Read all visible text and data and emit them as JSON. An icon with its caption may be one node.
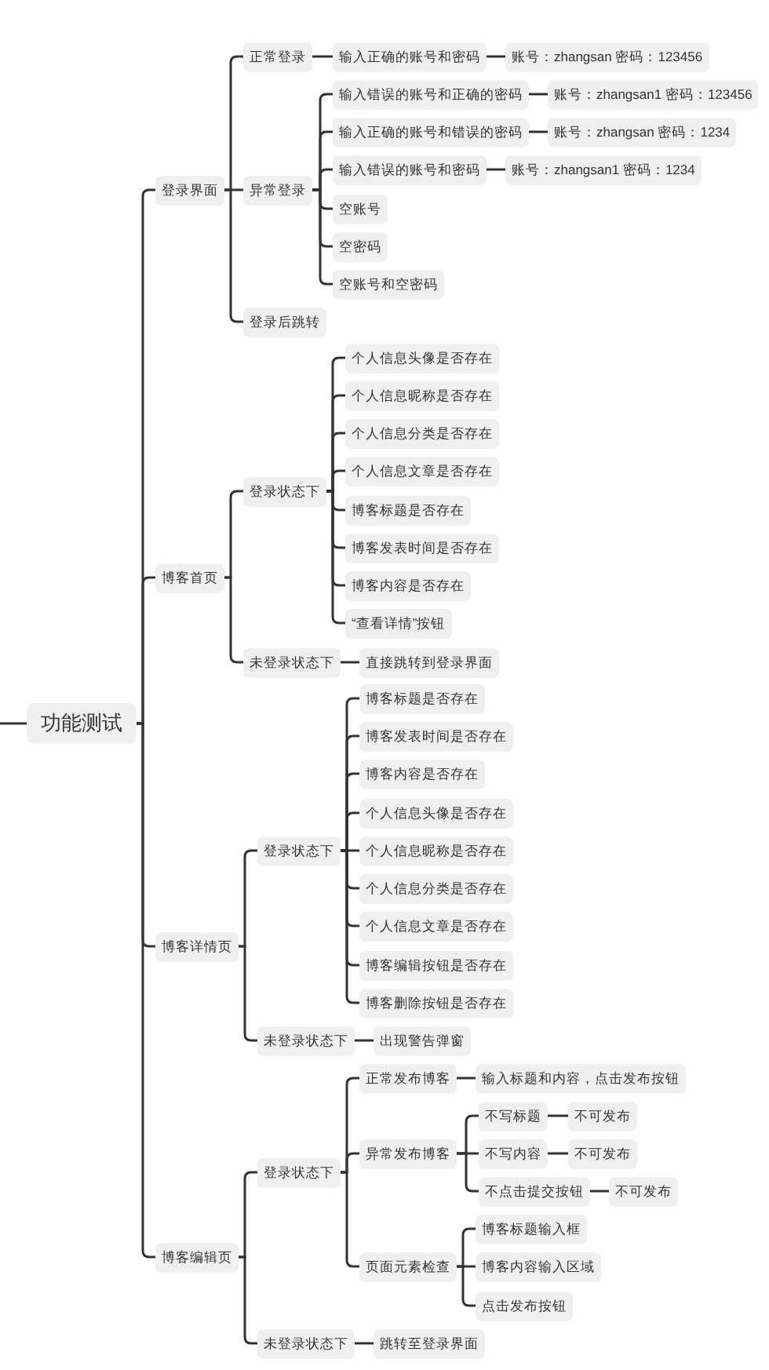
{
  "diagram": {
    "nodes": [
      {
        "text": [
          "功能测试"
        ]
      },
      {
        "text": [
          "登录界面"
        ]
      },
      {
        "text": [
          "正常登录"
        ]
      },
      {
        "text": [
          "输入正确的账号和密码"
        ]
      },
      {
        "text": [
          "账号：zhangsan  密码：123456"
        ]
      },
      {
        "text": [
          "异常登录"
        ]
      },
      {
        "text": [
          "输入错误的账号和正确的密码"
        ]
      },
      {
        "text": [
          "账号：zhangsan1 密码：123456"
        ]
      },
      {
        "text": [
          "输入正确的账号和错误的密码"
        ]
      },
      {
        "text": [
          "账号：zhangsan  密码：1234"
        ]
      },
      {
        "text": [
          "输入错误的账号和密码"
        ]
      },
      {
        "text": [
          "账号：zhangsan1 密码：1234"
        ]
      },
      {
        "text": [
          "空账号"
        ]
      },
      {
        "text": [
          "空密码"
        ]
      },
      {
        "text": [
          "空账号和空密码"
        ]
      },
      {
        "text": [
          "登录后跳转"
        ]
      },
      {
        "text": [
          "博客首页"
        ]
      },
      {
        "text": [
          "登录状态下"
        ]
      },
      {
        "text": [
          "个人信息头像是否存在"
        ]
      },
      {
        "text": [
          "个人信息昵称是否存在"
        ]
      },
      {
        "text": [
          "个人信息分类是否存在"
        ]
      },
      {
        "text": [
          "个人信息文章是否存在"
        ]
      },
      {
        "text": [
          "博客标题是否存在"
        ]
      },
      {
        "text": [
          "博客发表时间是否存在"
        ]
      },
      {
        "text": [
          "博客内容是否存在"
        ]
      },
      {
        "text": [
          "“查看详情”按钮"
        ]
      },
      {
        "text": [
          "未登录状态下"
        ]
      },
      {
        "text": [
          "直接跳转到登录界面"
        ]
      },
      {
        "text": [
          "博客详情页"
        ]
      },
      {
        "text": [
          "登录状态下"
        ]
      },
      {
        "text": [
          "博客标题是否存在"
        ]
      },
      {
        "text": [
          "博客发表时间是否存在"
        ]
      },
      {
        "text": [
          "博客内容是否存在"
        ]
      },
      {
        "text": [
          "个人信息头像是否存在"
        ]
      },
      {
        "text": [
          "个人信息昵称是否存在"
        ]
      },
      {
        "text": [
          "个人信息分类是否存在"
        ]
      },
      {
        "text": [
          "个人信息文章是否存在"
        ]
      },
      {
        "text": [
          "博客编辑按钮是否存在"
        ]
      },
      {
        "text": [
          "博客删除按钮是否存在"
        ]
      },
      {
        "text": [
          "未登录状态下"
        ]
      },
      {
        "text": [
          "出现警告弹窗"
        ]
      },
      {
        "text": [
          "博客编辑页"
        ]
      },
      {
        "text": [
          "登录状态下"
        ]
      },
      {
        "text": [
          "正常发布博客"
        ]
      },
      {
        "text": [
          "输入标题和内容，点击发布按钮"
        ]
      },
      {
        "text": [
          "异常发布博客"
        ]
      },
      {
        "text": [
          "不写标题"
        ]
      },
      {
        "text": [
          "不可发布"
        ]
      },
      {
        "text": [
          "不写内容"
        ]
      },
      {
        "text": [
          "不可发布"
        ]
      },
      {
        "text": [
          "不点击提交按钮"
        ]
      },
      {
        "text": [
          "不可发布"
        ]
      },
      {
        "text": [
          "页面元素检查"
        ]
      },
      {
        "text": [
          "博客标题输入框"
        ]
      },
      {
        "text": [
          "博客内容输入区域"
        ]
      },
      {
        "text": [
          "点击发布按钮"
        ]
      },
      {
        "text": [
          "未登录状态下"
        ]
      },
      {
        "text": [
          "跳转至登录界面"
        ]
      }
    ],
    "edges": [
      {
        "from": null,
        "to": 0,
        "arrow": "none"
      },
      {
        "from": 0,
        "to": 1,
        "arrow": "none"
      },
      {
        "from": 1,
        "to": 2,
        "arrow": "none"
      },
      {
        "from": 2,
        "to": 3,
        "arrow": "none"
      },
      {
        "from": 3,
        "to": 4,
        "arrow": "none"
      },
      {
        "from": 1,
        "to": 5,
        "arrow": "none"
      },
      {
        "from": 5,
        "to": 6,
        "arrow": "none"
      },
      {
        "from": 6,
        "to": 7,
        "arrow": "none"
      },
      {
        "from": 5,
        "to": 8,
        "arrow": "none"
      },
      {
        "from": 8,
        "to": 9,
        "arrow": "none"
      },
      {
        "from": 5,
        "to": 10,
        "arrow": "none"
      },
      {
        "from": 10,
        "to": 11,
        "arrow": "none"
      },
      {
        "from": 5,
        "to": 12,
        "arrow": "none"
      },
      {
        "from": 5,
        "to": 13,
        "arrow": "none"
      },
      {
        "from": 5,
        "to": 14,
        "arrow": "none"
      },
      {
        "from": 1,
        "to": 15,
        "arrow": "none"
      },
      {
        "from": 0,
        "to": 16,
        "arrow": "none"
      },
      {
        "from": 16,
        "to": 17,
        "arrow": "none"
      },
      {
        "from": 17,
        "to": 18,
        "arrow": "none"
      },
      {
        "from": 17,
        "to": 19,
        "arrow": "none"
      },
      {
        "from": 17,
        "to": 20,
        "arrow": "none"
      },
      {
        "from": 17,
        "to": 21,
        "arrow": "none"
      },
      {
        "from": 17,
        "to": 22,
        "arrow": "none"
      },
      {
        "from": 17,
        "to": 23,
        "arrow": "none"
      },
      {
        "from": 17,
        "to": 24,
        "arrow": "none"
      },
      {
        "from": 17,
        "to": 25,
        "arrow": "none"
      },
      {
        "from": 16,
        "to": 26,
        "arrow": "none"
      },
      {
        "from": 26,
        "to": 27,
        "arrow": "none"
      },
      {
        "from": 0,
        "to": 28,
        "arrow": "none"
      },
      {
        "from": 28,
        "to": 29,
        "arrow": "none"
      },
      {
        "from": 29,
        "to": 30,
        "arrow": "none"
      },
      {
        "from": 29,
        "to": 31,
        "arrow": "none"
      },
      {
        "from": 29,
        "to": 32,
        "arrow": "none"
      },
      {
        "from": 29,
        "to": 33,
        "arrow": "none"
      },
      {
        "from": 29,
        "to": 34,
        "arrow": "none"
      },
      {
        "from": 29,
        "to": 35,
        "arrow": "none"
      },
      {
        "from": 29,
        "to": 36,
        "arrow": "none"
      },
      {
        "from": 29,
        "to": 37,
        "arrow": "none"
      },
      {
        "from": 29,
        "to": 38,
        "arrow": "none"
      },
      {
        "from": 28,
        "to": 39,
        "arrow": "none"
      },
      {
        "from": 39,
        "to": 40,
        "arrow": "none"
      },
      {
        "from": 0,
        "to": 41,
        "arrow": "none"
      },
      {
        "from": 41,
        "to": 42,
        "arrow": "none"
      },
      {
        "from": 42,
        "to": 43,
        "arrow": "none"
      },
      {
        "from": 43,
        "to": 44,
        "arrow": "none"
      },
      {
        "from": 42,
        "to": 45,
        "arrow": "none"
      },
      {
        "from": 45,
        "to": 46,
        "arrow": "none"
      },
      {
        "from": 46,
        "to": 47,
        "arrow": "none"
      },
      {
        "from": 45,
        "to": 48,
        "arrow": "none"
      },
      {
        "from": 48,
        "to": 49,
        "arrow": "none"
      },
      {
        "from": 45,
        "to": 50,
        "arrow": "none"
      },
      {
        "from": 50,
        "to": 51,
        "arrow": "none"
      },
      {
        "from": 42,
        "to": 52,
        "arrow": "none"
      },
      {
        "from": 52,
        "to": 53,
        "arrow": "none"
      },
      {
        "from": 52,
        "to": 54,
        "arrow": "none"
      },
      {
        "from": 52,
        "to": 55,
        "arrow": "none"
      },
      {
        "from": 41,
        "to": 56,
        "arrow": "none"
      },
      {
        "from": 56,
        "to": 57,
        "arrow": "none"
      }
    ]
  }
}
